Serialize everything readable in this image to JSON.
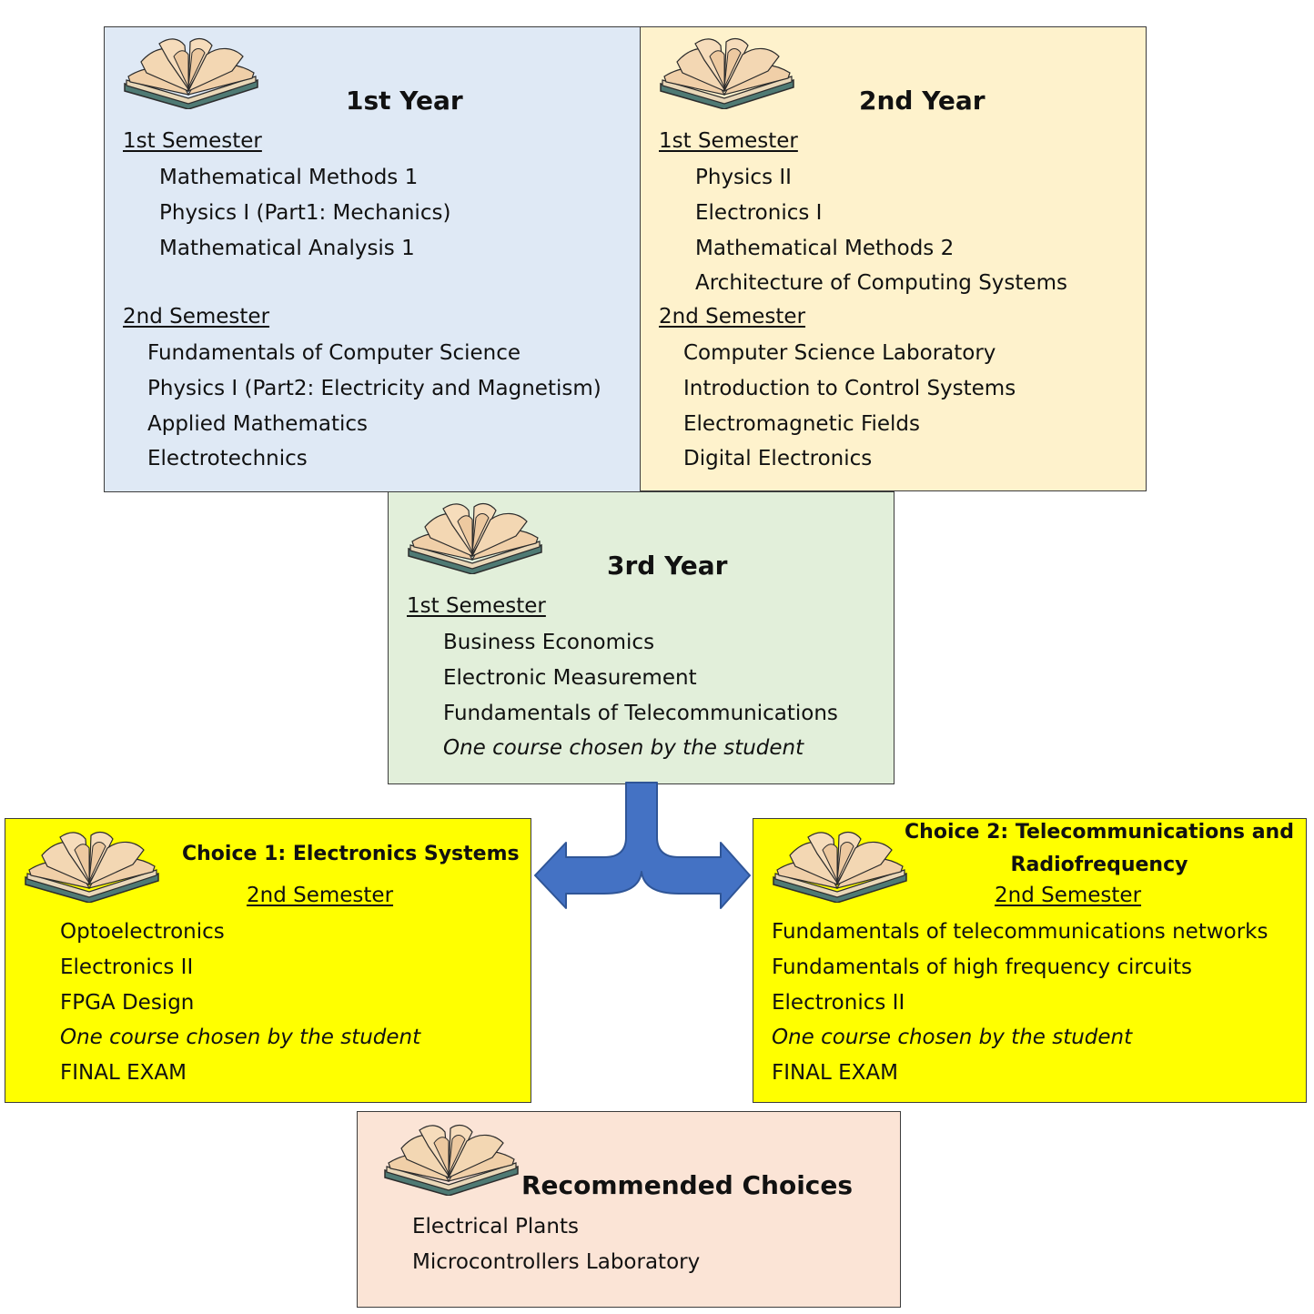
{
  "colors": {
    "year1_bg": "#dfe9f5",
    "year2_bg": "#fef2cc",
    "year3_bg": "#e2efda",
    "choice_bg": "#ffff00",
    "recommended_bg": "#fbe4d6",
    "arrow_fill": "#4472c4",
    "arrow_stroke": "#2f5597"
  },
  "icons": {
    "course_icon": "open-book-icon"
  },
  "year1": {
    "title": "1st Year",
    "sem1_label": "1st Semester",
    "sem1_courses": [
      "Mathematical Methods 1",
      "Physics I (Part1: Mechanics)",
      "Mathematical Analysis 1"
    ],
    "sem2_label": "2nd Semester",
    "sem2_courses": [
      "Fundamentals of Computer Science",
      "Physics I (Part2: Electricity and Magnetism)",
      "Applied Mathematics",
      "Electrotechnics"
    ]
  },
  "year2": {
    "title": "2nd Year",
    "sem1_label": "1st Semester",
    "sem1_courses": [
      "Physics II",
      "Electronics I",
      "Mathematical Methods 2",
      "Architecture of Computing Systems"
    ],
    "sem2_label": "2nd Semester",
    "sem2_courses": [
      "Computer Science Laboratory",
      "Introduction to Control Systems",
      "Electromagnetic Fields",
      "Digital Electronics"
    ]
  },
  "year3": {
    "title": "3rd Year",
    "sem1_label": "1st Semester",
    "sem1_courses": [
      "Business Economics",
      "Electronic Measurement",
      "Fundamentals of Telecommunications",
      "One course chosen by the student"
    ]
  },
  "choice1": {
    "title": "Choice 1: Electronics Systems",
    "sem_label": "2nd Semester",
    "courses": [
      "Optoelectronics",
      "Electronics II",
      "FPGA Design",
      "One course chosen by the student",
      "FINAL EXAM"
    ]
  },
  "choice2": {
    "title_line1": "Choice 2: Telecommunications and",
    "title_line2": "Radiofrequency",
    "sem_label": "2nd Semester",
    "courses": [
      "Fundamentals of telecommunications networks",
      "Fundamentals of high frequency circuits",
      "Electronics II",
      "One course chosen by the student",
      "FINAL EXAM"
    ]
  },
  "recommended": {
    "title": "Recommended Choices",
    "courses": [
      "Electrical Plants",
      "Microcontrollers Laboratory"
    ]
  }
}
